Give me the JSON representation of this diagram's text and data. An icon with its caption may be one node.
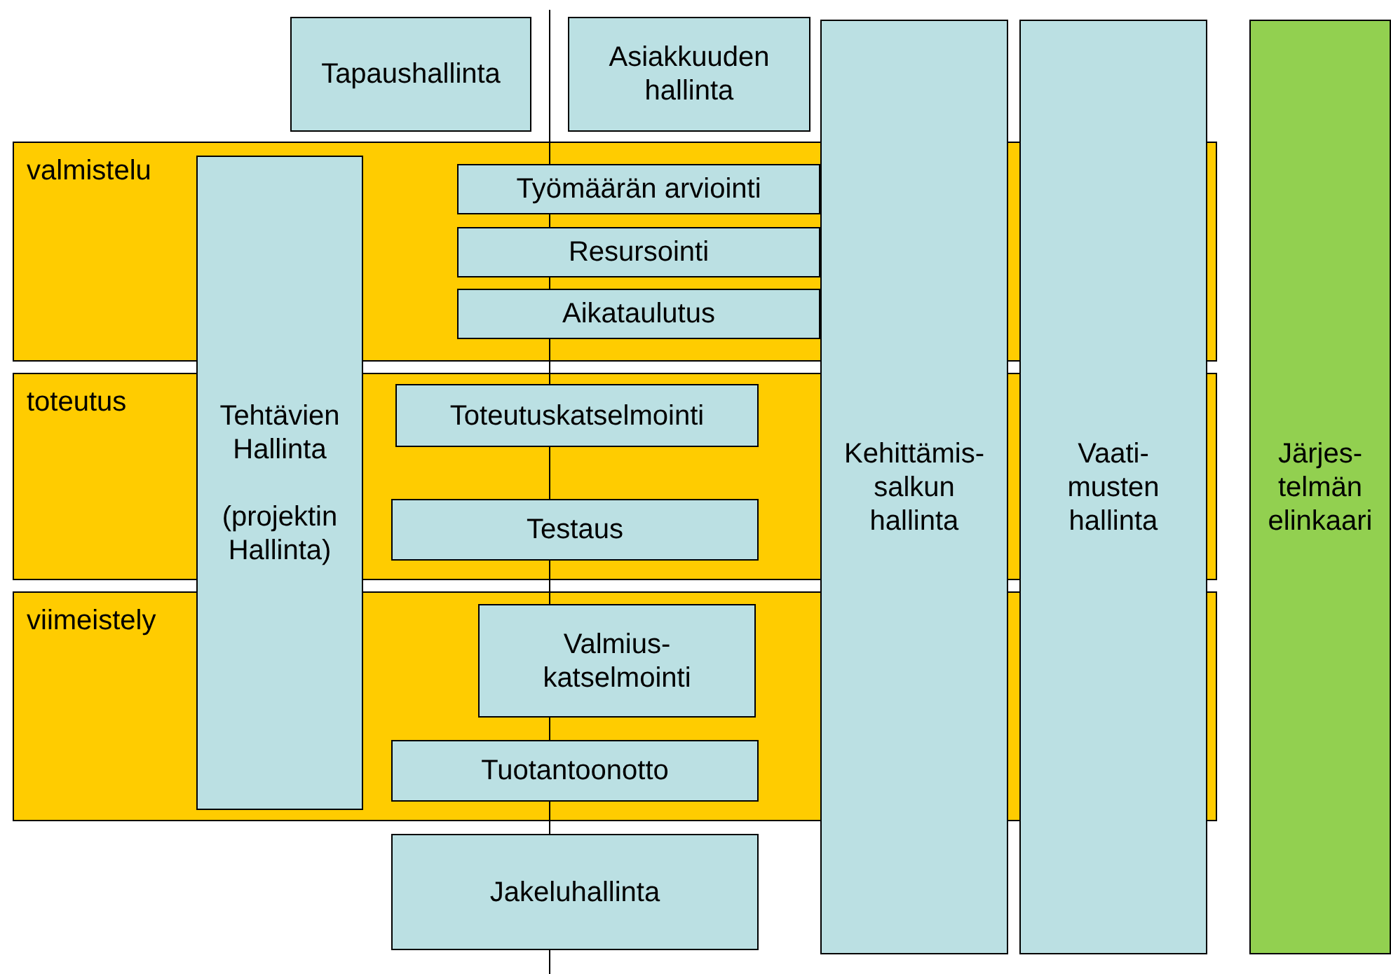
{
  "diagram": {
    "nodes": [
      {
        "text": [
          "Tapaushallinta"
        ]
      },
      {
        "text": [
          "Asiakkuuden hallinta"
        ]
      },
      {
        "text": [
          "Kehittämis- salkun hallinta"
        ]
      },
      {
        "text": [
          "Vaati- musten hallinta"
        ]
      },
      {
        "text": [
          "Järjes- telmän elinkaari"
        ]
      },
      {
        "text": [
          "valmistelu"
        ]
      },
      {
        "text": [
          "Tehtävien Hallinta",
          "(projektin Hallinta)"
        ]
      },
      {
        "text": [
          "Työmäärän arviointi"
        ],
        "in": 5
      },
      {
        "text": [
          "Resursointi"
        ],
        "in": 5
      },
      {
        "text": [
          "Aikataulutus"
        ],
        "in": 5
      },
      {
        "text": [
          "toteutus"
        ]
      },
      {
        "text": [
          "Toteutuskatselmointi"
        ],
        "in": 10
      },
      {
        "text": [
          "Testaus"
        ],
        "in": 10
      },
      {
        "text": [
          "viimeistely"
        ]
      },
      {
        "text": [
          "Valmius- katselmointi"
        ],
        "in": 13
      },
      {
        "text": [
          "Tuotantoonotto"
        ],
        "in": 13
      },
      {
        "text": [
          "Jakeluhallinta"
        ]
      }
    ],
    "edges": []
  }
}
